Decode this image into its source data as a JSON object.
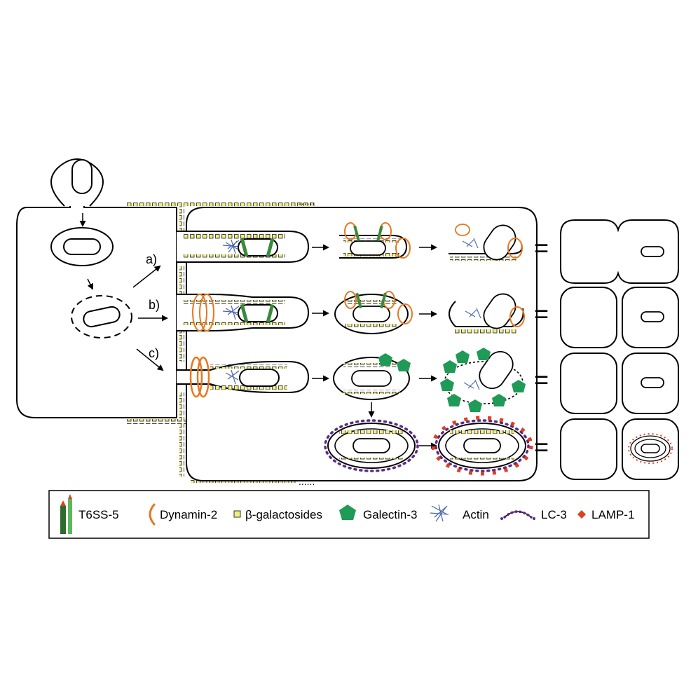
{
  "route_labels": {
    "a": "a)",
    "b": "b)",
    "c": "c)"
  },
  "equals": "=",
  "legend": [
    {
      "id": "t6ss5",
      "label": "T6SS-5",
      "icon": "t6ss5-icon",
      "color": "#3a8a3a"
    },
    {
      "id": "dynamin2",
      "label": "Dynamin-2",
      "icon": "dynamin-icon",
      "color": "#e8771f"
    },
    {
      "id": "beta_gal",
      "label": "β-galactosides",
      "icon": "beta-galactoside-icon",
      "color": "#f2ee7a"
    },
    {
      "id": "galectin3",
      "label": "Galectin-3",
      "icon": "galectin-icon",
      "color": "#1f9a57"
    },
    {
      "id": "actin",
      "label": "Actin",
      "icon": "actin-icon",
      "color": "#4a66b0"
    },
    {
      "id": "lc3",
      "label": "LC-3",
      "icon": "lc3-icon",
      "color": "#5b2a86"
    },
    {
      "id": "lamp1",
      "label": "LAMP-1",
      "icon": "lamp1-icon",
      "color": "#e0401f"
    }
  ],
  "colors": {
    "line": "#000000",
    "dynamin": "#e8771f",
    "beta_gal": "#f2ee7a",
    "t6ss": "#3a8a3a",
    "galectin": "#1f9a57",
    "actin": "#4a66b0",
    "lc3": "#5b2a86",
    "lamp1": "#e0401f"
  }
}
